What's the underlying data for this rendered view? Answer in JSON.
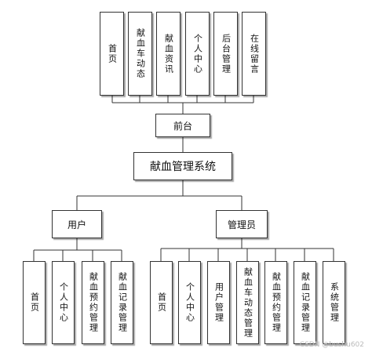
{
  "front": {
    "label": "前台",
    "children": [
      "首页",
      "献血车动态",
      "献血资讯",
      "个人中心",
      "后台管理",
      "在线留言"
    ]
  },
  "root": {
    "label": "献血管理系统"
  },
  "user": {
    "label": "用户",
    "children": [
      "首页",
      "个人中心",
      "献血预约管理",
      "献血记录管理"
    ]
  },
  "admin": {
    "label": "管理员",
    "children": [
      "首页",
      "个人中心",
      "用户管理",
      "献血车动态管理",
      "献血预约管理",
      "献血记录管理",
      "系统管理"
    ]
  },
  "watermark": "CSDN @bushu602"
}
